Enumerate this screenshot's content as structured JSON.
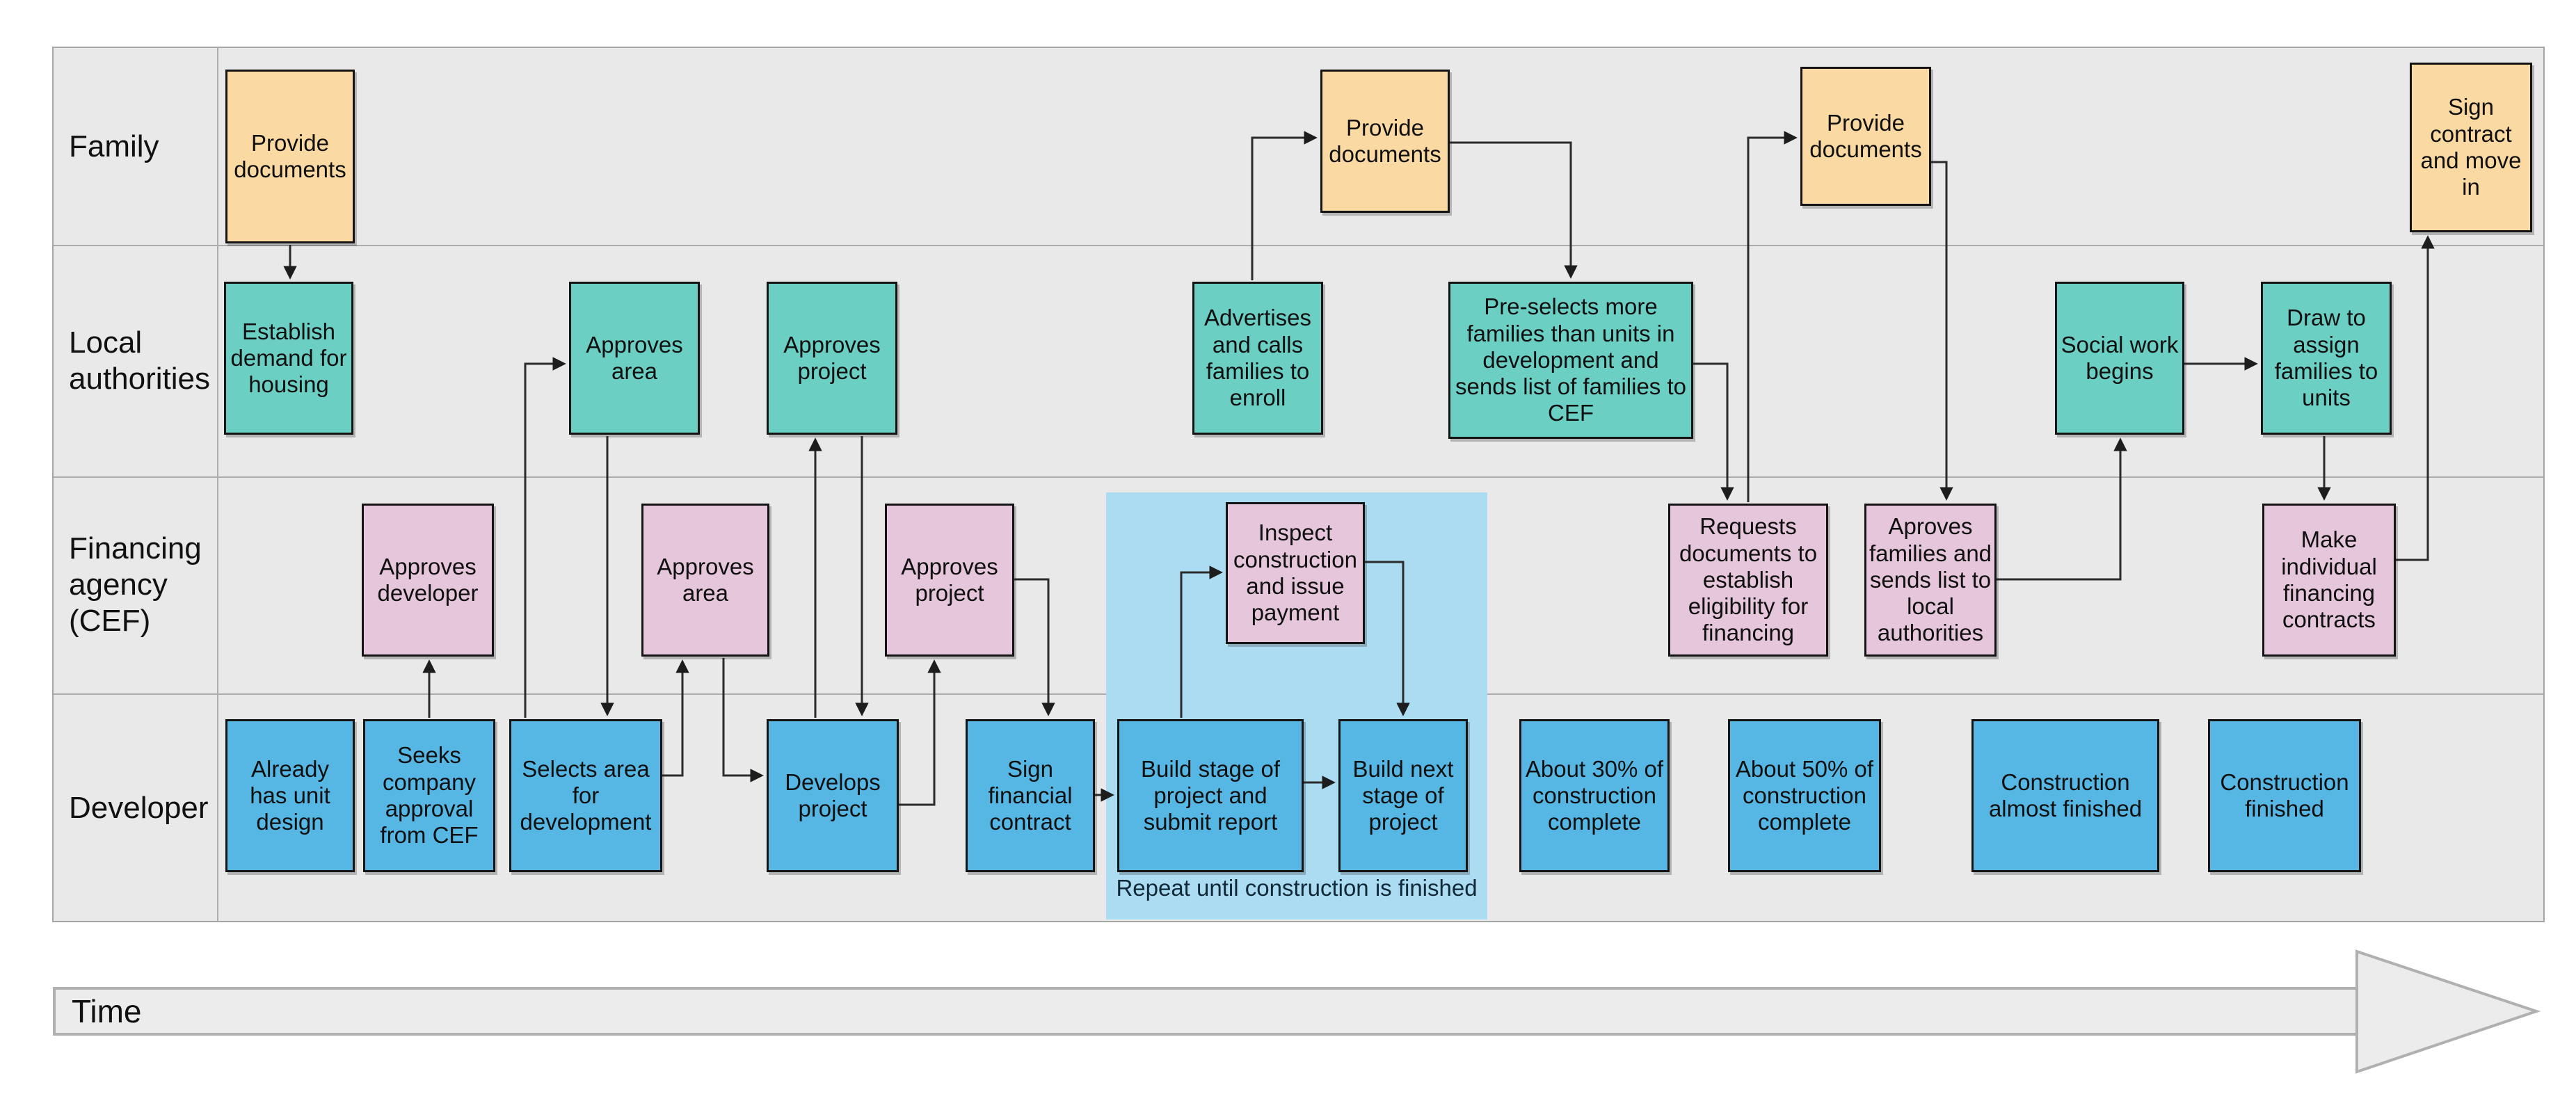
{
  "lanes": [
    {
      "label": "Family"
    },
    {
      "label": "Local authorities"
    },
    {
      "label": "Financing agency (CEF)"
    },
    {
      "label": "Developer"
    }
  ],
  "boxes": {
    "f1": {
      "label": "Provide documents",
      "lane": "Family"
    },
    "f2": {
      "label": "Provide documents",
      "lane": "Family"
    },
    "f3": {
      "label": "Provide documents",
      "lane": "Family"
    },
    "f4": {
      "label": "Sign contract and move in",
      "lane": "Family"
    },
    "l1": {
      "label": "Establish demand for housing",
      "lane": "Local authorities"
    },
    "l2": {
      "label": "Approves area",
      "lane": "Local authorities"
    },
    "l3": {
      "label": "Approves project",
      "lane": "Local authorities"
    },
    "l4": {
      "label": "Advertises and calls families to enroll",
      "lane": "Local authorities"
    },
    "l5": {
      "label": "Pre-selects more families than units in development and sends list of families to CEF",
      "lane": "Local authorities"
    },
    "l6": {
      "label": "Social work begins",
      "lane": "Local authorities"
    },
    "l7": {
      "label": "Draw to assign families to units",
      "lane": "Local authorities"
    },
    "c1": {
      "label": "Approves developer",
      "lane": "Financing agency (CEF)"
    },
    "c2": {
      "label": "Approves area",
      "lane": "Financing agency (CEF)"
    },
    "c3": {
      "label": "Approves project",
      "lane": "Financing agency (CEF)"
    },
    "c4": {
      "label": "Inspect construction and issue payment",
      "lane": "Financing agency (CEF)"
    },
    "c5": {
      "label": "Requests documents to establish eligibility for financing",
      "lane": "Financing agency (CEF)"
    },
    "c6": {
      "label": "Aproves families and sends list to local authorities",
      "lane": "Financing agency (CEF)"
    },
    "c7": {
      "label": "Make individual financing contracts",
      "lane": "Financing agency (CEF)"
    },
    "d1": {
      "label": "Already has unit design",
      "lane": "Developer"
    },
    "d2": {
      "label": "Seeks company approval from CEF",
      "lane": "Developer"
    },
    "d3": {
      "label": "Selects area for development",
      "lane": "Developer"
    },
    "d4": {
      "label": "Develops project",
      "lane": "Developer"
    },
    "d5": {
      "label": "Sign financial contract",
      "lane": "Developer"
    },
    "d6": {
      "label": "Build stage of project and submit report",
      "lane": "Developer"
    },
    "d7": {
      "label": "Build next stage of project",
      "lane": "Developer"
    },
    "d8": {
      "label": "About 30% of construction complete",
      "lane": "Developer"
    },
    "d9": {
      "label": "About 50% of construction complete",
      "lane": "Developer"
    },
    "d10": {
      "label": "Construction almost finished",
      "lane": "Developer"
    },
    "d11": {
      "label": "Construction finished",
      "lane": "Developer"
    }
  },
  "repeat_region": {
    "label": "Repeat until construction is finished"
  },
  "time_axis": {
    "label": "Time"
  },
  "colors": {
    "family_box": "#fbd9a2",
    "local_authorities_box": "#6ccfc3",
    "financing_agency_box": "#e5c6da",
    "developer_box": "#57b7e4",
    "repeat_region": "#abdcf2",
    "lane_background": "#e9e9e9",
    "time_arrow": "#ececec"
  }
}
